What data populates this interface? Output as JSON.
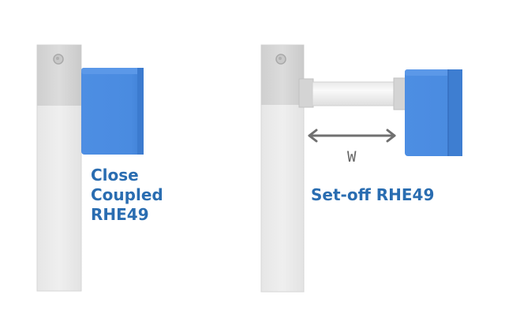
{
  "left_label": [
    "Close",
    "Coupled",
    "RHE49"
  ],
  "right_label": "Set-off RHE49",
  "dimension_label": "W",
  "colors": {
    "unit_blue": "#4a8be0",
    "label_blue": "#2a6db1",
    "wall_light": "#ededed",
    "wall_dark": "#d9d9d9",
    "arrow_grey": "#707070"
  }
}
